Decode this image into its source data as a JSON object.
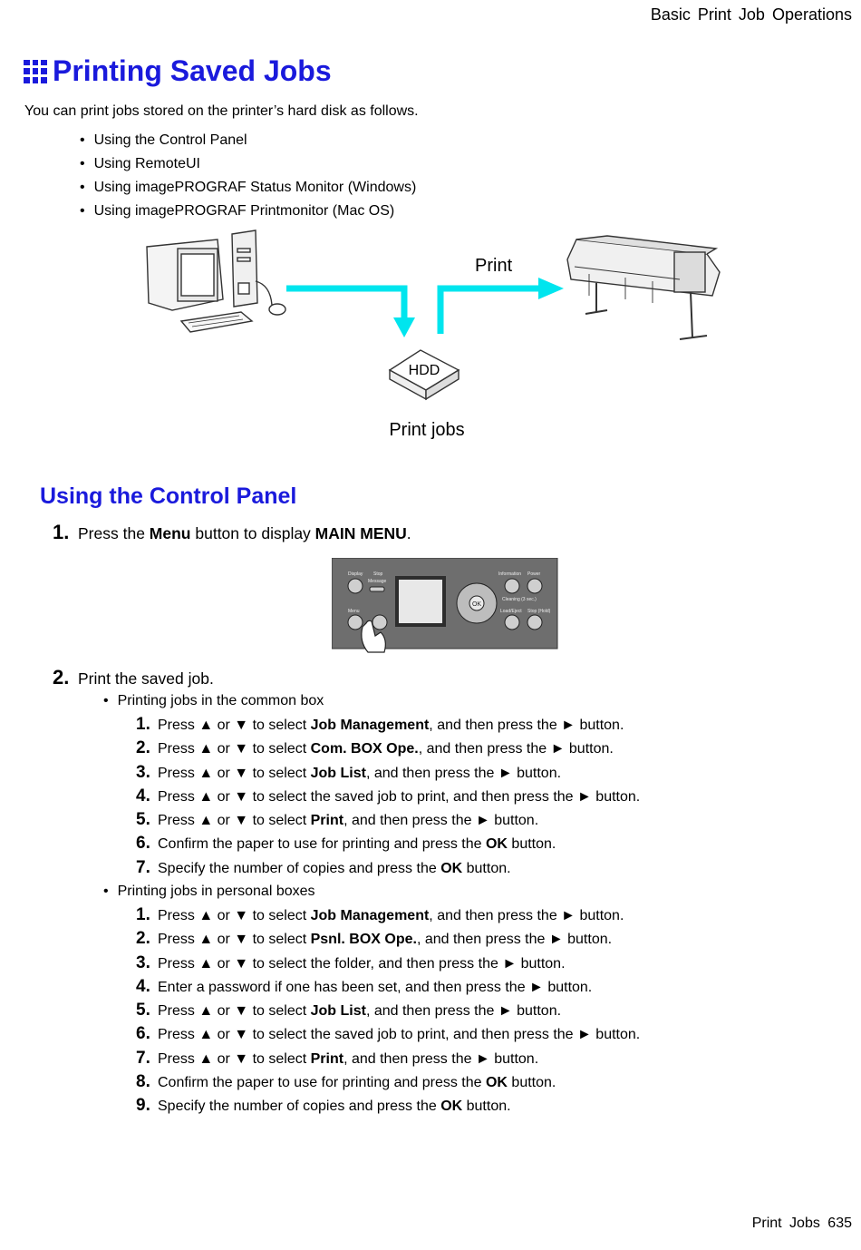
{
  "header": {
    "right": "Basic Print Job Operations"
  },
  "title": "Printing Saved Jobs",
  "intro": "You can print jobs stored on the printer’s hard disk as follows.",
  "methods": [
    "Using the Control Panel",
    "Using RemoteUI",
    "Using imagePROGRAF Status Monitor (Windows)",
    "Using imagePROGRAF Printmonitor (Mac OS)"
  ],
  "diagram": {
    "print_label": "Print",
    "hdd_label": "HDD",
    "jobs_label": "Print jobs",
    "arrow_color": "#00e5ee"
  },
  "section": "Using the Control Panel",
  "step1": {
    "num": "1.",
    "pre": "Press the ",
    "menu": "Menu",
    "mid": " button to display ",
    "main": "MAIN MENU",
    "post": "."
  },
  "panel": {
    "labels": [
      "Display",
      "Stop",
      "Message",
      "Information",
      "Power",
      "Cleaning (3 sec.)",
      "Load/Eject",
      "Stop (Hold)",
      "Menu",
      "OK"
    ]
  },
  "step2": {
    "num": "2.",
    "text": "Print the saved job."
  },
  "common_box": {
    "heading": "Printing jobs in the common box",
    "steps": [
      {
        "n": "1.",
        "a": "Press ▲ or ▼ to select ",
        "b": "Job Management",
        "c": ", and then press the ► button."
      },
      {
        "n": "2.",
        "a": "Press ▲ or ▼ to select ",
        "b": "Com. BOX Ope.",
        "c": ", and then press the ► button."
      },
      {
        "n": "3.",
        "a": "Press ▲ or ▼ to select ",
        "b": "Job List",
        "c": ", and then press the ► button."
      },
      {
        "n": "4.",
        "a": "Press ▲ or ▼ to select the saved job to print, and then press the ► button.",
        "b": "",
        "c": ""
      },
      {
        "n": "5.",
        "a": "Press ▲ or ▼ to select ",
        "b": "Print",
        "c": ", and then press the ► button."
      },
      {
        "n": "6.",
        "a": "Confirm the paper to use for printing and press the ",
        "b": "OK",
        "c": " button."
      },
      {
        "n": "7.",
        "a": "Specify the number of copies and press the ",
        "b": "OK",
        "c": " button."
      }
    ]
  },
  "personal_box": {
    "heading": "Printing jobs in personal boxes",
    "steps": [
      {
        "n": "1.",
        "a": "Press ▲ or ▼ to select ",
        "b": "Job Management",
        "c": ", and then press the ► button."
      },
      {
        "n": "2.",
        "a": "Press ▲ or ▼ to select ",
        "b": "Psnl. BOX Ope.",
        "c": ", and then press the ► button."
      },
      {
        "n": "3.",
        "a": "Press ▲ or ▼ to select the folder, and then press the ► button.",
        "b": "",
        "c": ""
      },
      {
        "n": "4.",
        "a": "Enter a password if one has been set, and then press the ► button.",
        "b": "",
        "c": ""
      },
      {
        "n": "5.",
        "a": "Press ▲ or ▼ to select ",
        "b": "Job List",
        "c": ", and then press the ► button."
      },
      {
        "n": "6.",
        "a": "Press ▲ or ▼ to select the saved job to print, and then press the ► button.",
        "b": "",
        "c": ""
      },
      {
        "n": "7.",
        "a": "Press ▲ or ▼ to select ",
        "b": "Print",
        "c": ", and then press the ► button."
      },
      {
        "n": "8.",
        "a": "Confirm the paper to use for printing and press the ",
        "b": "OK",
        "c": " button."
      },
      {
        "n": "9.",
        "a": "Specify the number of copies and press the ",
        "b": "OK",
        "c": " button."
      }
    ]
  },
  "footer": {
    "section": "Print Jobs",
    "page": "635"
  }
}
